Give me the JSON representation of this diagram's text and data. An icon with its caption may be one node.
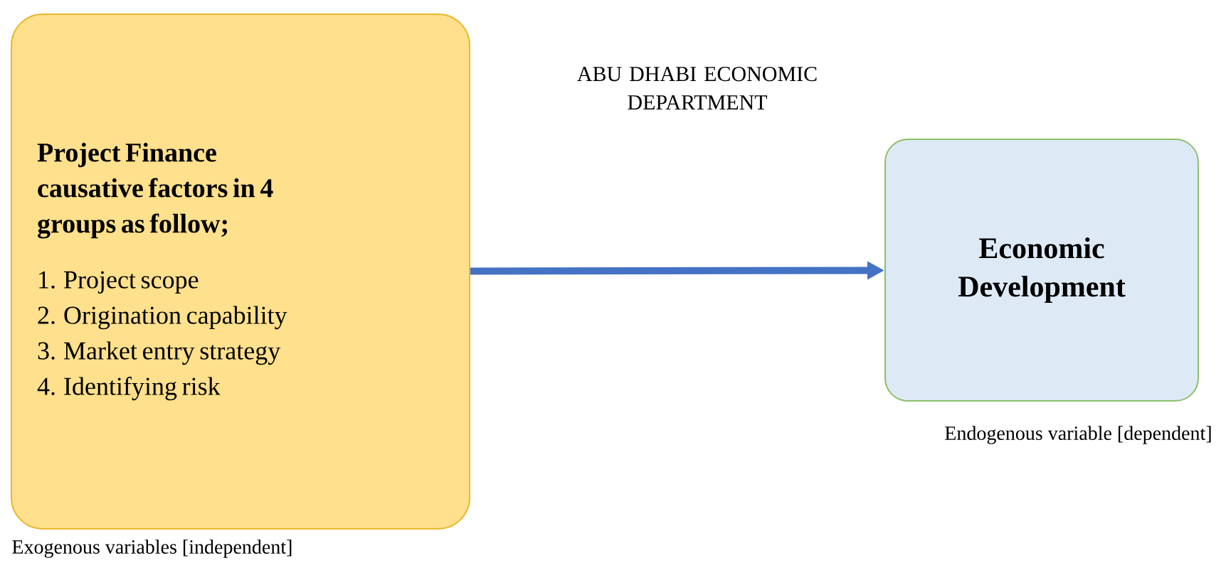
{
  "diagram": {
    "nodes": [
      {
        "text": [
          "Project Finance causative factors in 4 groups as follow;",
          "1. Project scope",
          "2. Origination capability",
          "3. Market entry strategy",
          "4. Identifying risk"
        ],
        "beside": [
          "Exogenous variables [independent]"
        ]
      },
      {
        "text": [
          "Economic Development"
        ],
        "beside": [
          "Endogenous variable [dependent]"
        ]
      }
    ],
    "edges": [
      {
        "from": 0,
        "to": 1,
        "arrow": "to",
        "color": "#4472c4"
      }
    ],
    "labels": [
      "ABU DHABI ECONOMIC DEPARTMENT"
    ]
  }
}
